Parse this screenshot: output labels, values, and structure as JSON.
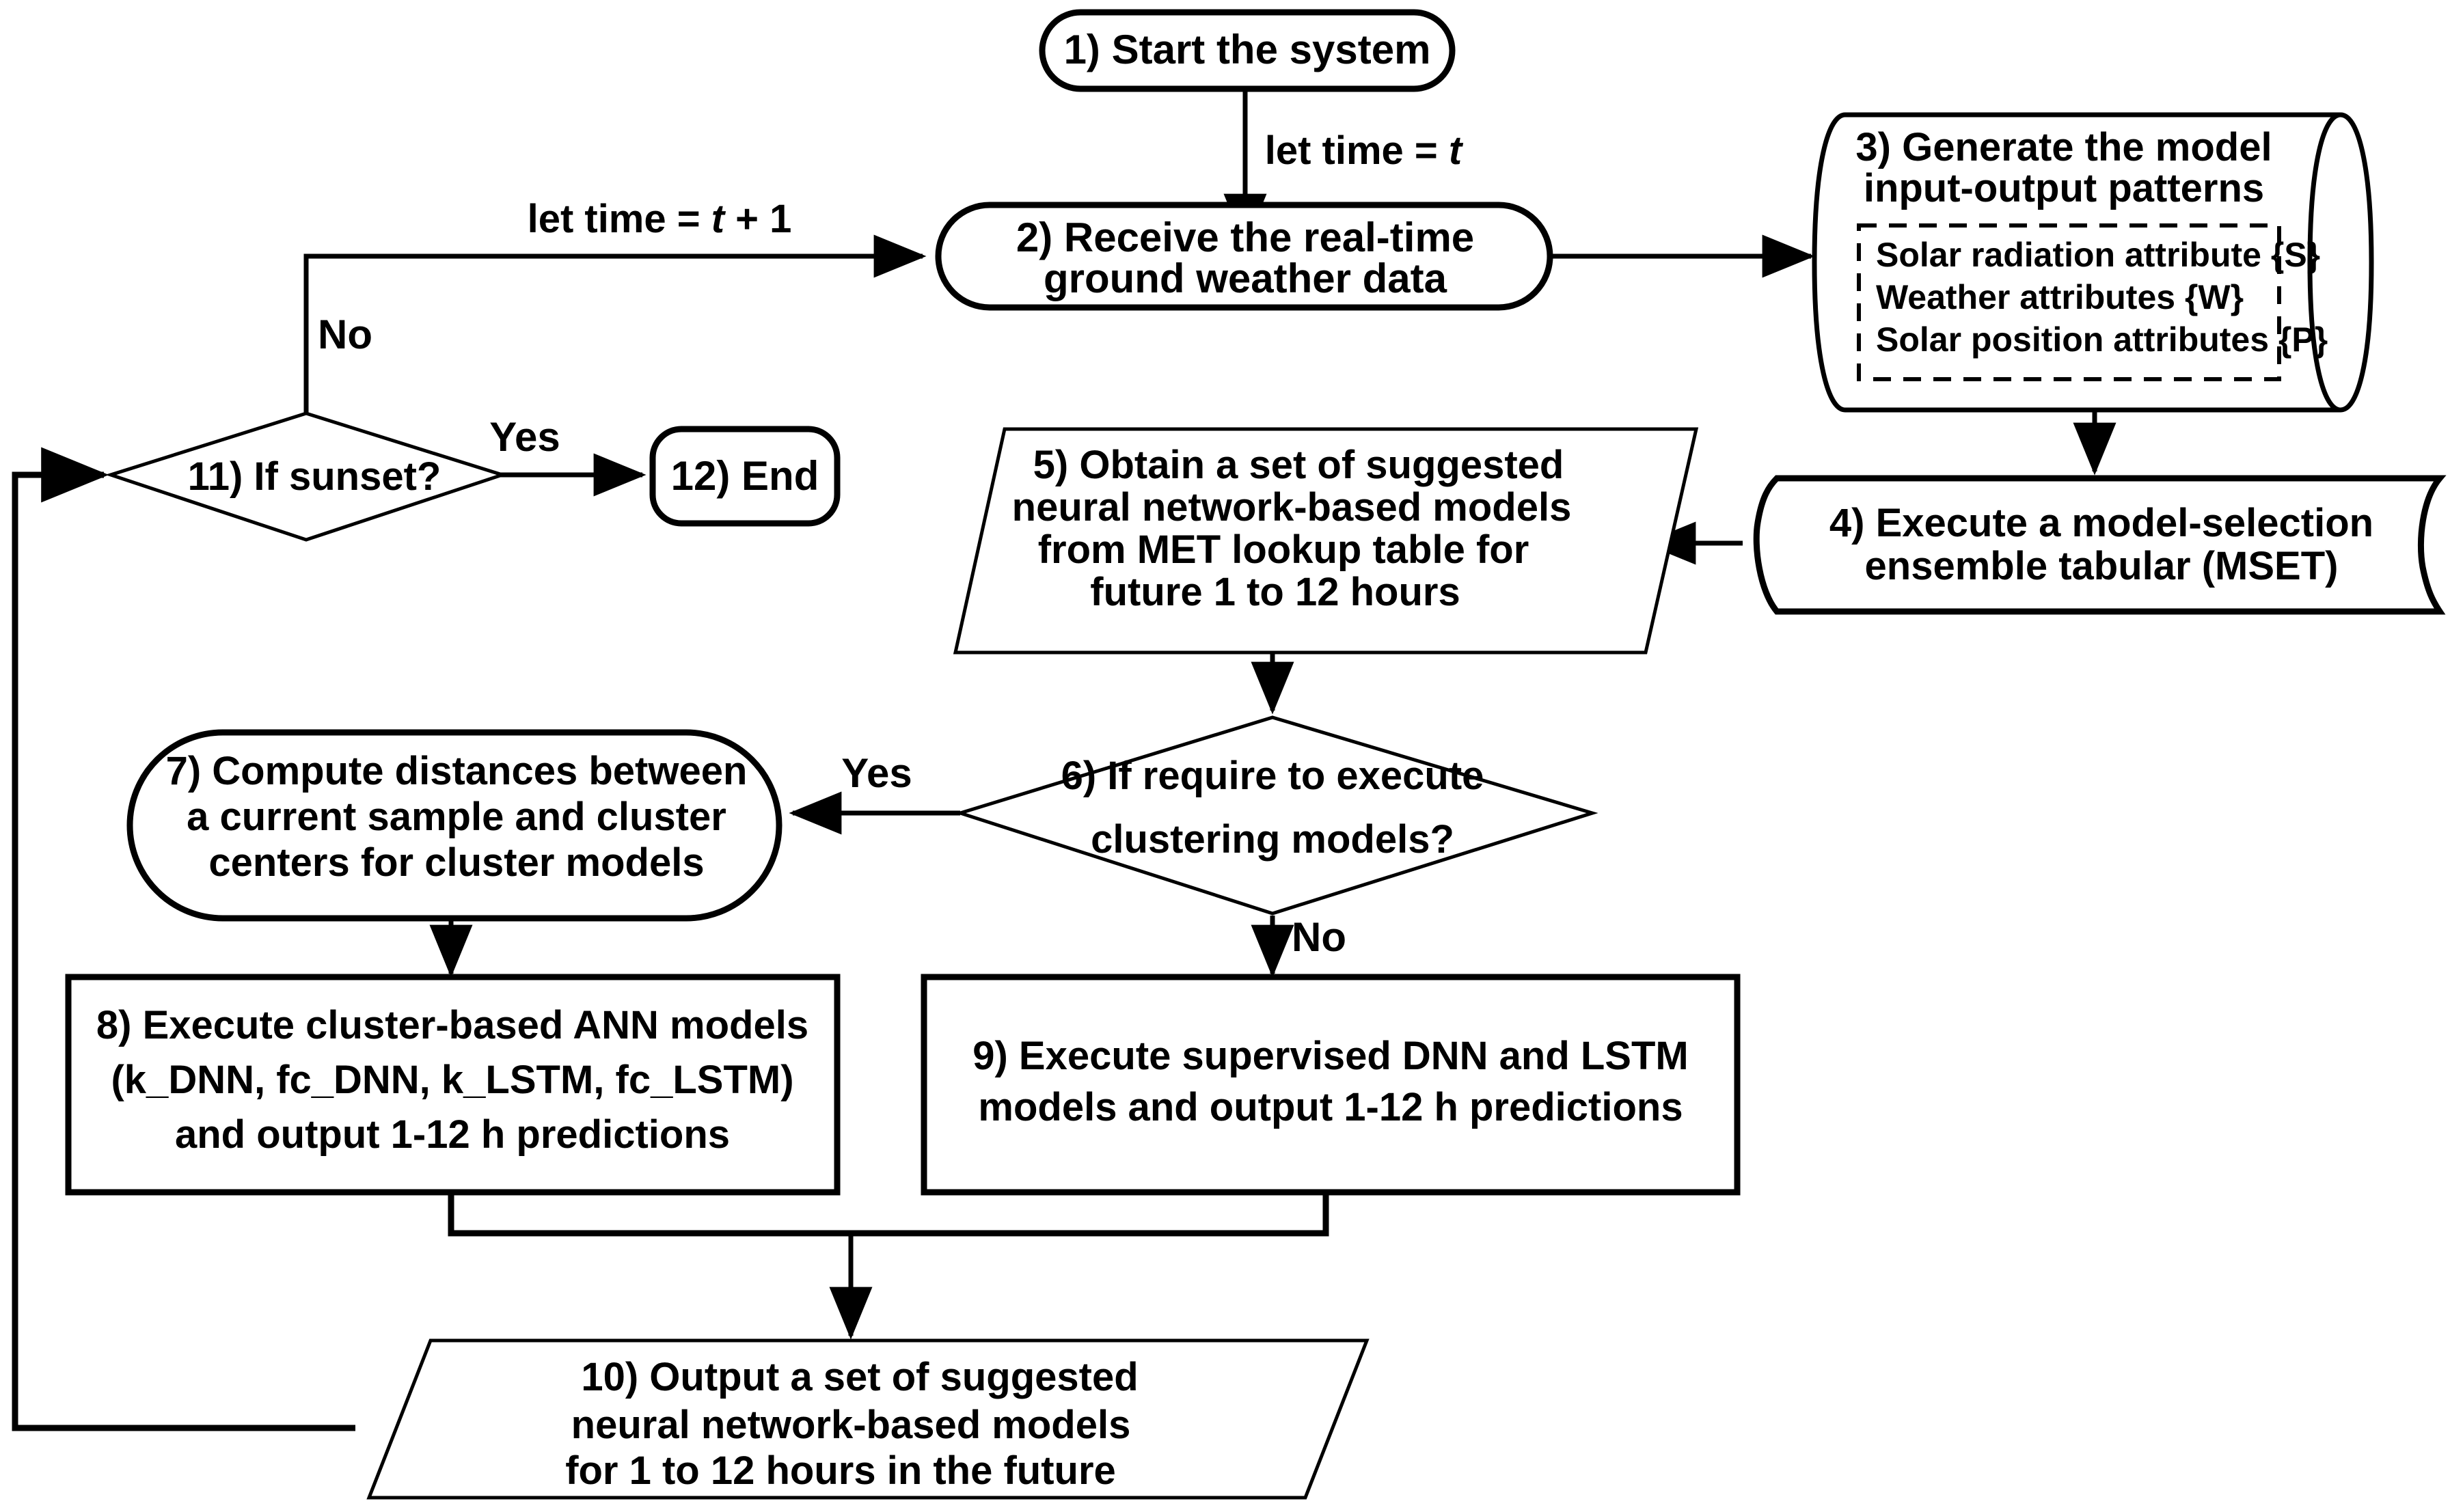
{
  "diagram": {
    "title": "Solar irradiance forecasting system flowchart",
    "colors": {
      "stroke": "#000000",
      "fill": "#ffffff",
      "background": "#ffffff"
    },
    "nodes": [
      {
        "id": "n1",
        "shape": "stadium",
        "lines": [
          "1) Start the system"
        ]
      },
      {
        "id": "n2",
        "shape": "stadium",
        "lines": [
          "2) Receive the real-time",
          "ground weather data"
        ]
      },
      {
        "id": "n3",
        "shape": "cylinder",
        "lines": [
          "3) Generate the model",
          "input-output patterns"
        ],
        "sub_lines": [
          "Solar radiation attribute {S}",
          "Weather attributes {W}",
          "Solar position attributes {P}"
        ]
      },
      {
        "id": "n4",
        "shape": "tape",
        "lines": [
          "4) Execute a model-selection",
          "ensemble tabular (MSET)"
        ]
      },
      {
        "id": "n5",
        "shape": "parallelogram",
        "lines": [
          "5) Obtain a set of suggested",
          "neural network-based models",
          "from MET lookup table for",
          "future 1 to 12 hours"
        ]
      },
      {
        "id": "n6",
        "shape": "diamond",
        "lines": [
          "6) If require to execute",
          "clustering models?"
        ]
      },
      {
        "id": "n7",
        "shape": "stadium",
        "lines": [
          "7) Compute distances between",
          "a current sample and cluster",
          "centers for cluster models"
        ]
      },
      {
        "id": "n8",
        "shape": "rect",
        "lines": [
          "8) Execute cluster-based ANN models",
          "(k_DNN, fc_DNN, k_LSTM, fc_LSTM)",
          "and output 1-12 h predictions"
        ]
      },
      {
        "id": "n9",
        "shape": "rect",
        "lines": [
          "9) Execute supervised DNN and LSTM",
          "models and output 1-12 h predictions"
        ]
      },
      {
        "id": "n10",
        "shape": "parallelogram",
        "lines": [
          "10) Output a set of suggested",
          "neural network-based models",
          "for 1 to 12 hours in the future"
        ]
      },
      {
        "id": "n11",
        "shape": "diamond",
        "lines": [
          "11) If sunset?"
        ]
      },
      {
        "id": "n12",
        "shape": "stadium",
        "lines": [
          "12) End"
        ]
      }
    ],
    "edge_labels": {
      "start_to_receive": {
        "prefix": "let time = ",
        "var": "t",
        "suffix": ""
      },
      "loop_back": {
        "prefix": "let time = ",
        "var": "t",
        "suffix": " + 1"
      },
      "sunset_no": "No",
      "sunset_yes": "Yes",
      "cluster_yes": "Yes",
      "cluster_no": "No"
    }
  }
}
